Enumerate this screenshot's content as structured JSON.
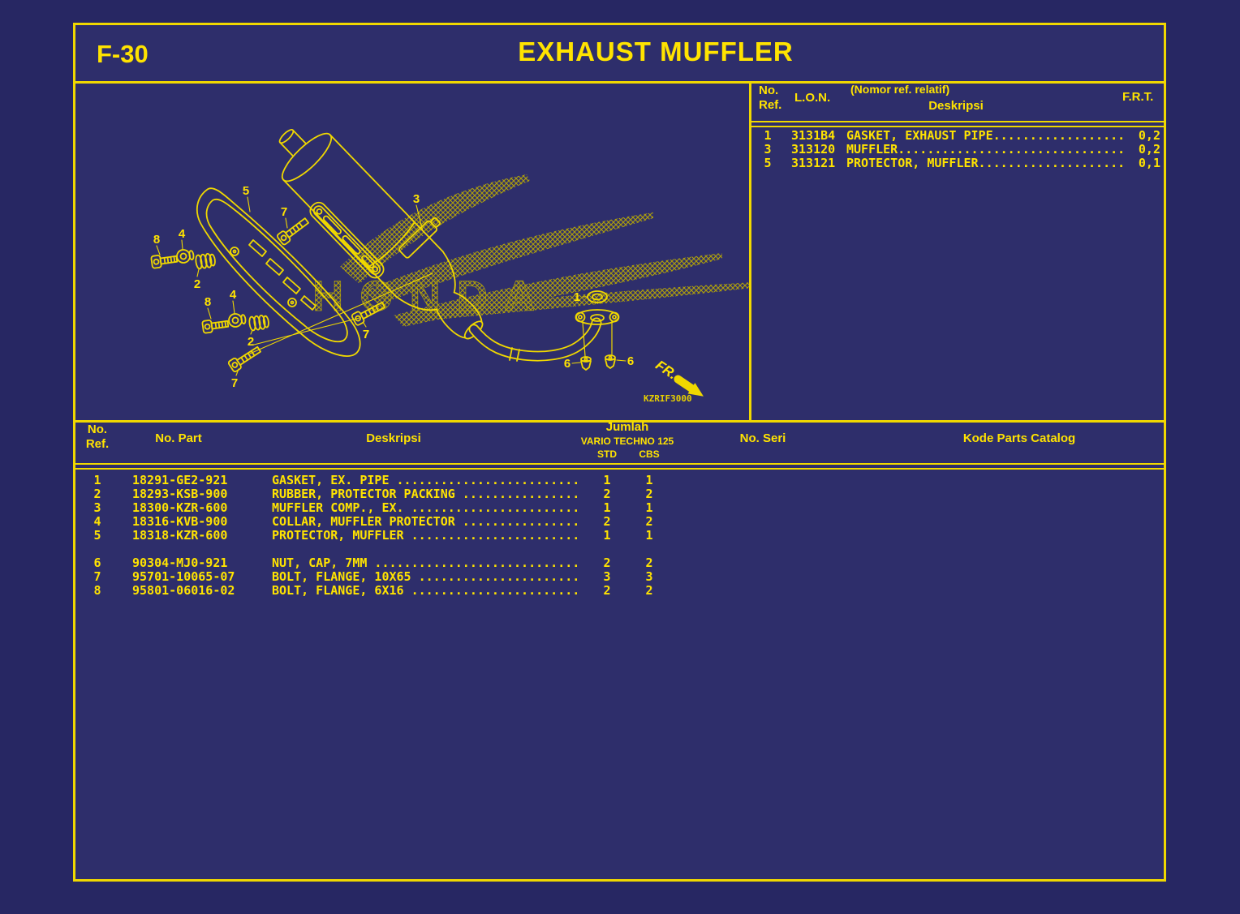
{
  "page": {
    "code": "F-30",
    "title": "EXHAUST MUFFLER"
  },
  "colors": {
    "background": "#2e2e6b",
    "line": "#f0d800",
    "text": "#ffe300"
  },
  "ref_table": {
    "header": {
      "no_1": "No.",
      "no_2": "Ref.",
      "lon": "L.O.N.",
      "relative": "(Nomor ref. relatif)",
      "deskripsi": "Deskripsi",
      "frt": "F.R.T."
    },
    "rows": [
      {
        "ref": "1",
        "lon": "3131B4",
        "desc": "GASKET, EXHAUST PIPE..................",
        "frt": "0,2"
      },
      {
        "ref": "3",
        "lon": "313120",
        "desc": "MUFFLER...............................",
        "frt": "0,2"
      },
      {
        "ref": "5",
        "lon": "313121",
        "desc": "PROTECTOR, MUFFLER....................",
        "frt": "0,1"
      }
    ]
  },
  "parts_table": {
    "header": {
      "no_1": "No.",
      "no_2": "Ref.",
      "no_part": "No. Part",
      "deskripsi": "Deskripsi",
      "jumlah": "Jumlah",
      "model": "VARIO TECHNO 125",
      "std": "STD",
      "cbs": "CBS",
      "no_seri": "No. Seri",
      "kode": "Kode Parts Catalog"
    },
    "rows": [
      {
        "ref": "1",
        "part": "18291-GE2-921",
        "desc": "GASKET, EX. PIPE .........................",
        "std": "1",
        "cbs": "1"
      },
      {
        "ref": "2",
        "part": "18293-KSB-900",
        "desc": "RUBBER, PROTECTOR PACKING ................",
        "std": "2",
        "cbs": "2"
      },
      {
        "ref": "3",
        "part": "18300-KZR-600",
        "desc": "MUFFLER COMP., EX. .......................",
        "std": "1",
        "cbs": "1"
      },
      {
        "ref": "4",
        "part": "18316-KVB-900",
        "desc": "COLLAR, MUFFLER PROTECTOR ................",
        "std": "2",
        "cbs": "2"
      },
      {
        "ref": "5",
        "part": "18318-KZR-600",
        "desc": "PROTECTOR, MUFFLER .......................",
        "std": "1",
        "cbs": "1"
      },
      {
        "ref": "6",
        "part": "90304-MJ0-921",
        "desc": "NUT, CAP, 7MM ............................",
        "std": "2",
        "cbs": "2"
      },
      {
        "ref": "7",
        "part": "95701-10065-07",
        "desc": "BOLT, FLANGE, 10X65 ......................",
        "std": "3",
        "cbs": "3"
      },
      {
        "ref": "8",
        "part": "95801-06016-02",
        "desc": "BOLT, FLANGE, 6X16 .......................",
        "std": "2",
        "cbs": "2"
      }
    ]
  },
  "diagram": {
    "watermark": "HONDA",
    "fr_label": "FR.",
    "code": "KZRIF3000",
    "callouts": {
      "c1": "1",
      "c2": "2",
      "c3": "3",
      "c4": "4",
      "c5": "5",
      "c6": "6",
      "c7": "7",
      "c8": "8"
    }
  }
}
